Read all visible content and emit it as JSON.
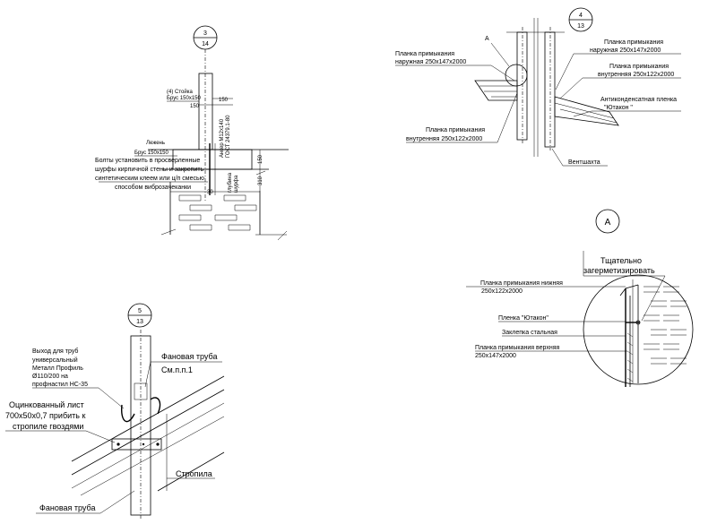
{
  "detail_3": {
    "num": "3",
    "sheet": "14",
    "post_label_1": "(4) Стойка",
    "post_label_2": "Брус 150х150",
    "dim_150a": "150",
    "dim_150b": "150",
    "sill_label_1": "Лежень",
    "sill_label_2": "Брус 150х150",
    "anchor_vertical": "Анкер М12х140",
    "anchor_vertical_2": "ГОСТ 24379.1-80",
    "note_1": "Болты установить в просверленные",
    "note_2": "шурфы кирпичной стены и закрепить",
    "note_3": "синтетическим клеем или ц/п смесью",
    "note_4": "способом виброзачеканки",
    "dim_150c": "150",
    "dim_310": "310",
    "dim_30": "30",
    "depth_label_1": "глубина",
    "depth_label_2": "шурфа"
  },
  "detail_4": {
    "num": "4",
    "sheet": "13",
    "callout_a": "A",
    "outer_left_1": "Планка примыкания",
    "outer_left_2": "наружная 250х147х2000",
    "outer_right_1": "Планка примыкания",
    "outer_right_2": "наружная 250х147х2000",
    "inner_right_1": "Планка примыкания",
    "inner_right_2": "внутренняя 250х122х2000",
    "membrane_1": "Антиконденсатная пленка",
    "membrane_2": "\"Ютакон \"",
    "inner_left_1": "Планка примыкания",
    "inner_left_2": "внутренняя 250х122х2000",
    "shaft": "Вентшахта"
  },
  "detail_a": {
    "letter": "A",
    "seal_1": "Тщательно",
    "seal_2": "загерметизировать",
    "lower_1": "Планка примыкания нижняя",
    "lower_2": "250х122х2000",
    "film": "Пленка \"Ютакон\"",
    "rivet": "Заклепка стальная",
    "upper_1": "Планка примыкания верхняя",
    "upper_2": "250х147х2000"
  },
  "detail_5": {
    "num": "5",
    "sheet": "13",
    "outlet_1": "Выход для труб",
    "outlet_2": "универсальный",
    "outlet_3": "Металл Профиль",
    "outlet_4": "Ø110/200 на",
    "outlet_5": "профнастил НС-35",
    "pipe_top": "Фановая труба",
    "see": "См.п.п.1",
    "sheet_1": "Оцинкованный лист",
    "sheet_2": "700х50х0,7 прибить к",
    "sheet_3": "стропиле  гвоздями",
    "rafter": "Стропила",
    "pipe_bottom": "Фановая труба"
  }
}
